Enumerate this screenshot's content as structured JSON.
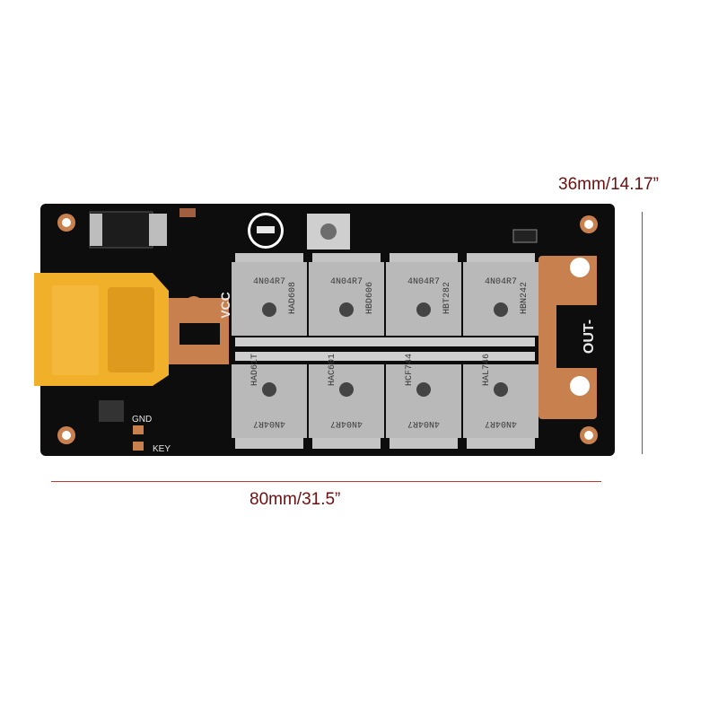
{
  "dimensions": {
    "height_label": "36mm/14.17”",
    "width_label": "80mm/31.5”"
  },
  "board": {
    "vcc_label": "VCC",
    "out_label": "OUT-",
    "gnd_label": "GND",
    "key_label": "KEY",
    "top_row": [
      {
        "code": "4N04R7",
        "lot": "HAD608"
      },
      {
        "code": "4N04R7",
        "lot": "HBD606"
      },
      {
        "code": "4N04R7",
        "lot": "HBT282"
      },
      {
        "code": "4N04R7",
        "lot": "HBN242"
      }
    ],
    "bottom_row": [
      {
        "code": "4N04R7",
        "lot": "HAD61T"
      },
      {
        "code": "4N04R7",
        "lot": "HAC601"
      },
      {
        "code": "4N04R7",
        "lot": "HCF744"
      },
      {
        "code": "4N04R7",
        "lot": "HAL746"
      }
    ]
  },
  "colors": {
    "pcb": "#0d0d0d",
    "connector": "#f0b02a",
    "copper": "#c8804f",
    "mosfet": "#b9b9b9",
    "dimension_line": "#c0392b"
  }
}
